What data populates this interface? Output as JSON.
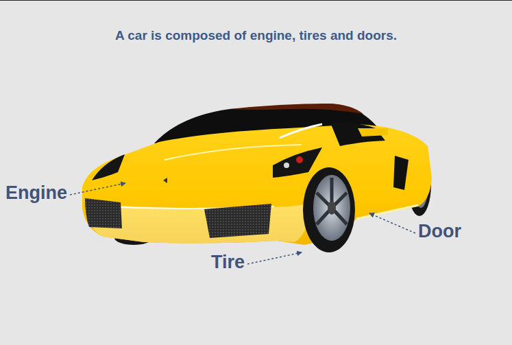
{
  "diagram": {
    "title": "A car is composed of engine, tires and doors.",
    "labels": [
      "Engine",
      "Tire",
      "Door"
    ]
  }
}
